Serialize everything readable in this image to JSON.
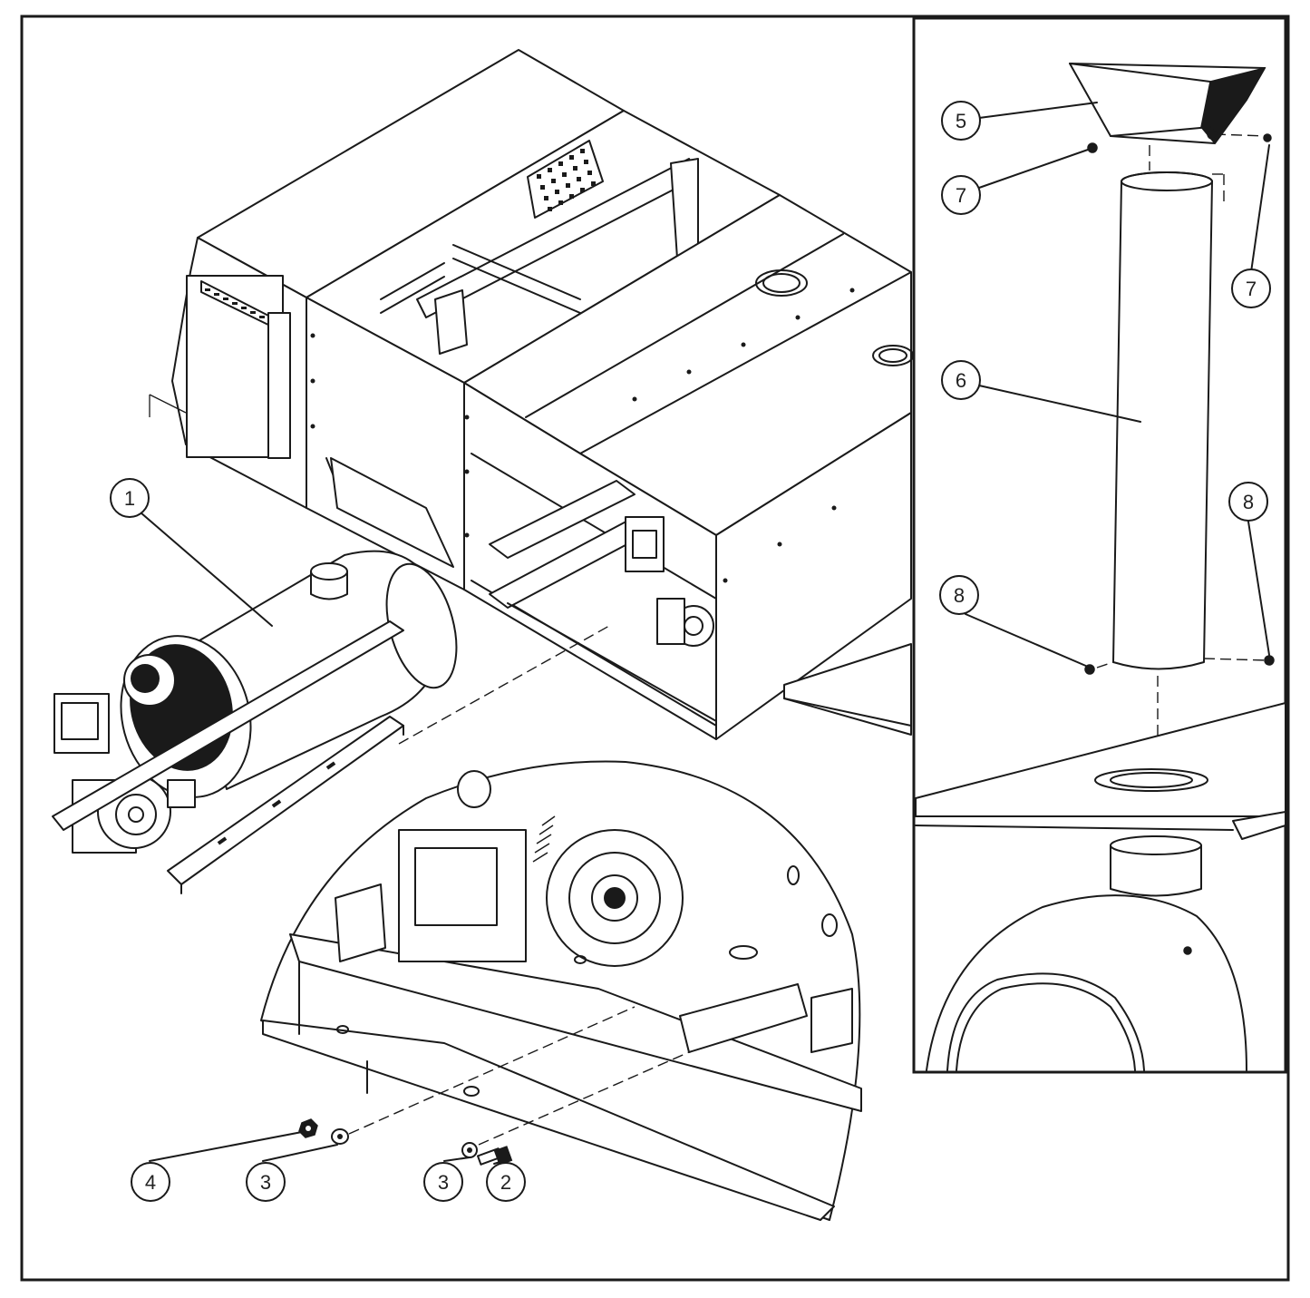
{
  "callouts": {
    "c1": "1",
    "c2": "2",
    "c3a": "3",
    "c3b": "3",
    "c4": "4",
    "c5": "5",
    "c6": "6",
    "c7a": "7",
    "c7b": "7",
    "c8a": "8",
    "c8b": "8"
  },
  "parts": {
    "housing": "cabinet-housing",
    "blower": "blower-assembly",
    "bracket": "mounting-bracket",
    "hood": "vent-hood",
    "pipe": "vent-pipe",
    "screw": "screw",
    "nut": "nut",
    "washer": "washer",
    "bolt": "bolt"
  },
  "colors": {
    "line": "#1a1a1a",
    "fill": "#ffffff"
  }
}
